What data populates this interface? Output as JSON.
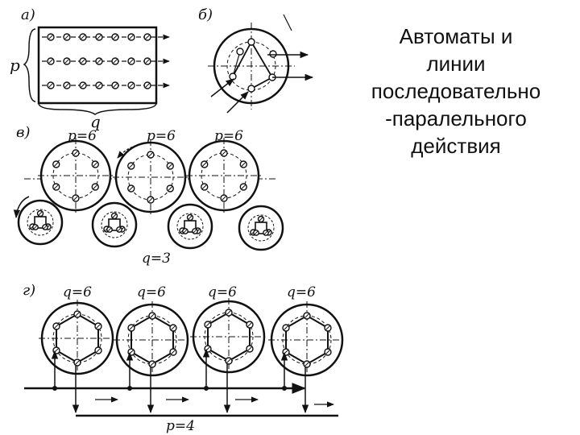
{
  "title_lines": [
    "Автоматы и",
    "линии",
    "последовательно",
    "-паралельного",
    "действия"
  ],
  "figure": {
    "panel_labels": {
      "a": "а)",
      "b": "б)",
      "v": "в)",
      "g": "г)"
    },
    "panel_a": {
      "label_p": "p",
      "label_q": "q",
      "rows": 3,
      "cols": 7
    },
    "panel_v": {
      "large_rotors": [
        "p=6",
        "p=6",
        "p=6"
      ],
      "small_rotor_label": "q=3"
    },
    "panel_g": {
      "rotors": [
        "q=6",
        "q=6",
        "q=6",
        "q=6"
      ],
      "bottom_label": "p=4"
    }
  },
  "colors": {
    "ink": "#111111",
    "background": "#ffffff"
  }
}
